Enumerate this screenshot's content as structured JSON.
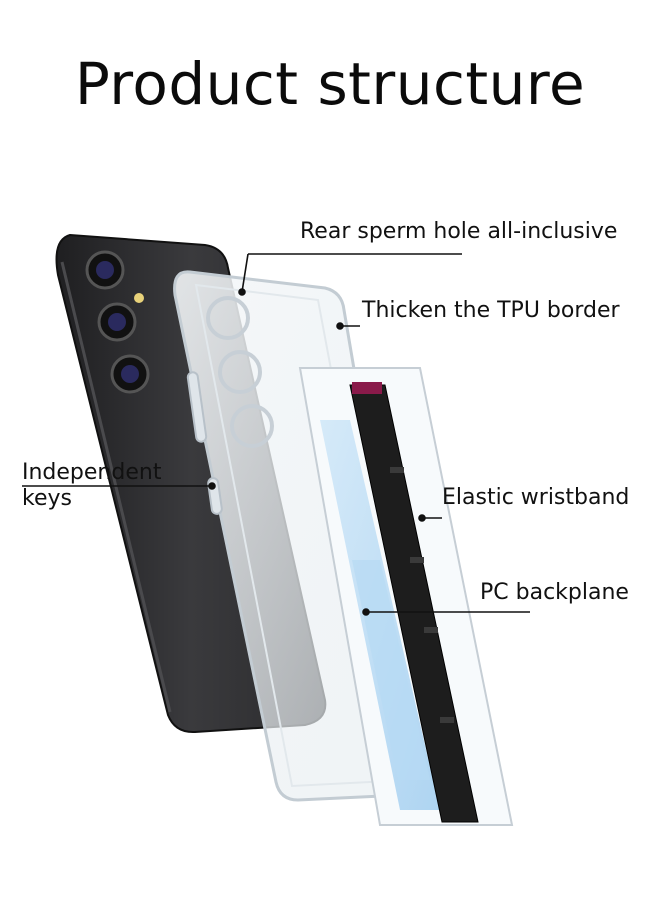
{
  "heading": "Product structure",
  "callouts": {
    "rear_hole": "Rear sperm hole all-inclusive",
    "tpu_border": "Thicken the TPU border",
    "keys_line1": "Independent",
    "keys_line2": "keys",
    "wristband": "Elastic wristband",
    "backplane": "PC backplane"
  },
  "colors": {
    "phone_body": "#2b2b2d",
    "clear_case_edge": "#cfd6dc",
    "backplane_blue": "#a9d3f2",
    "wristband": "#1d1d1d",
    "accent_magenta": "#8a1a4a"
  }
}
